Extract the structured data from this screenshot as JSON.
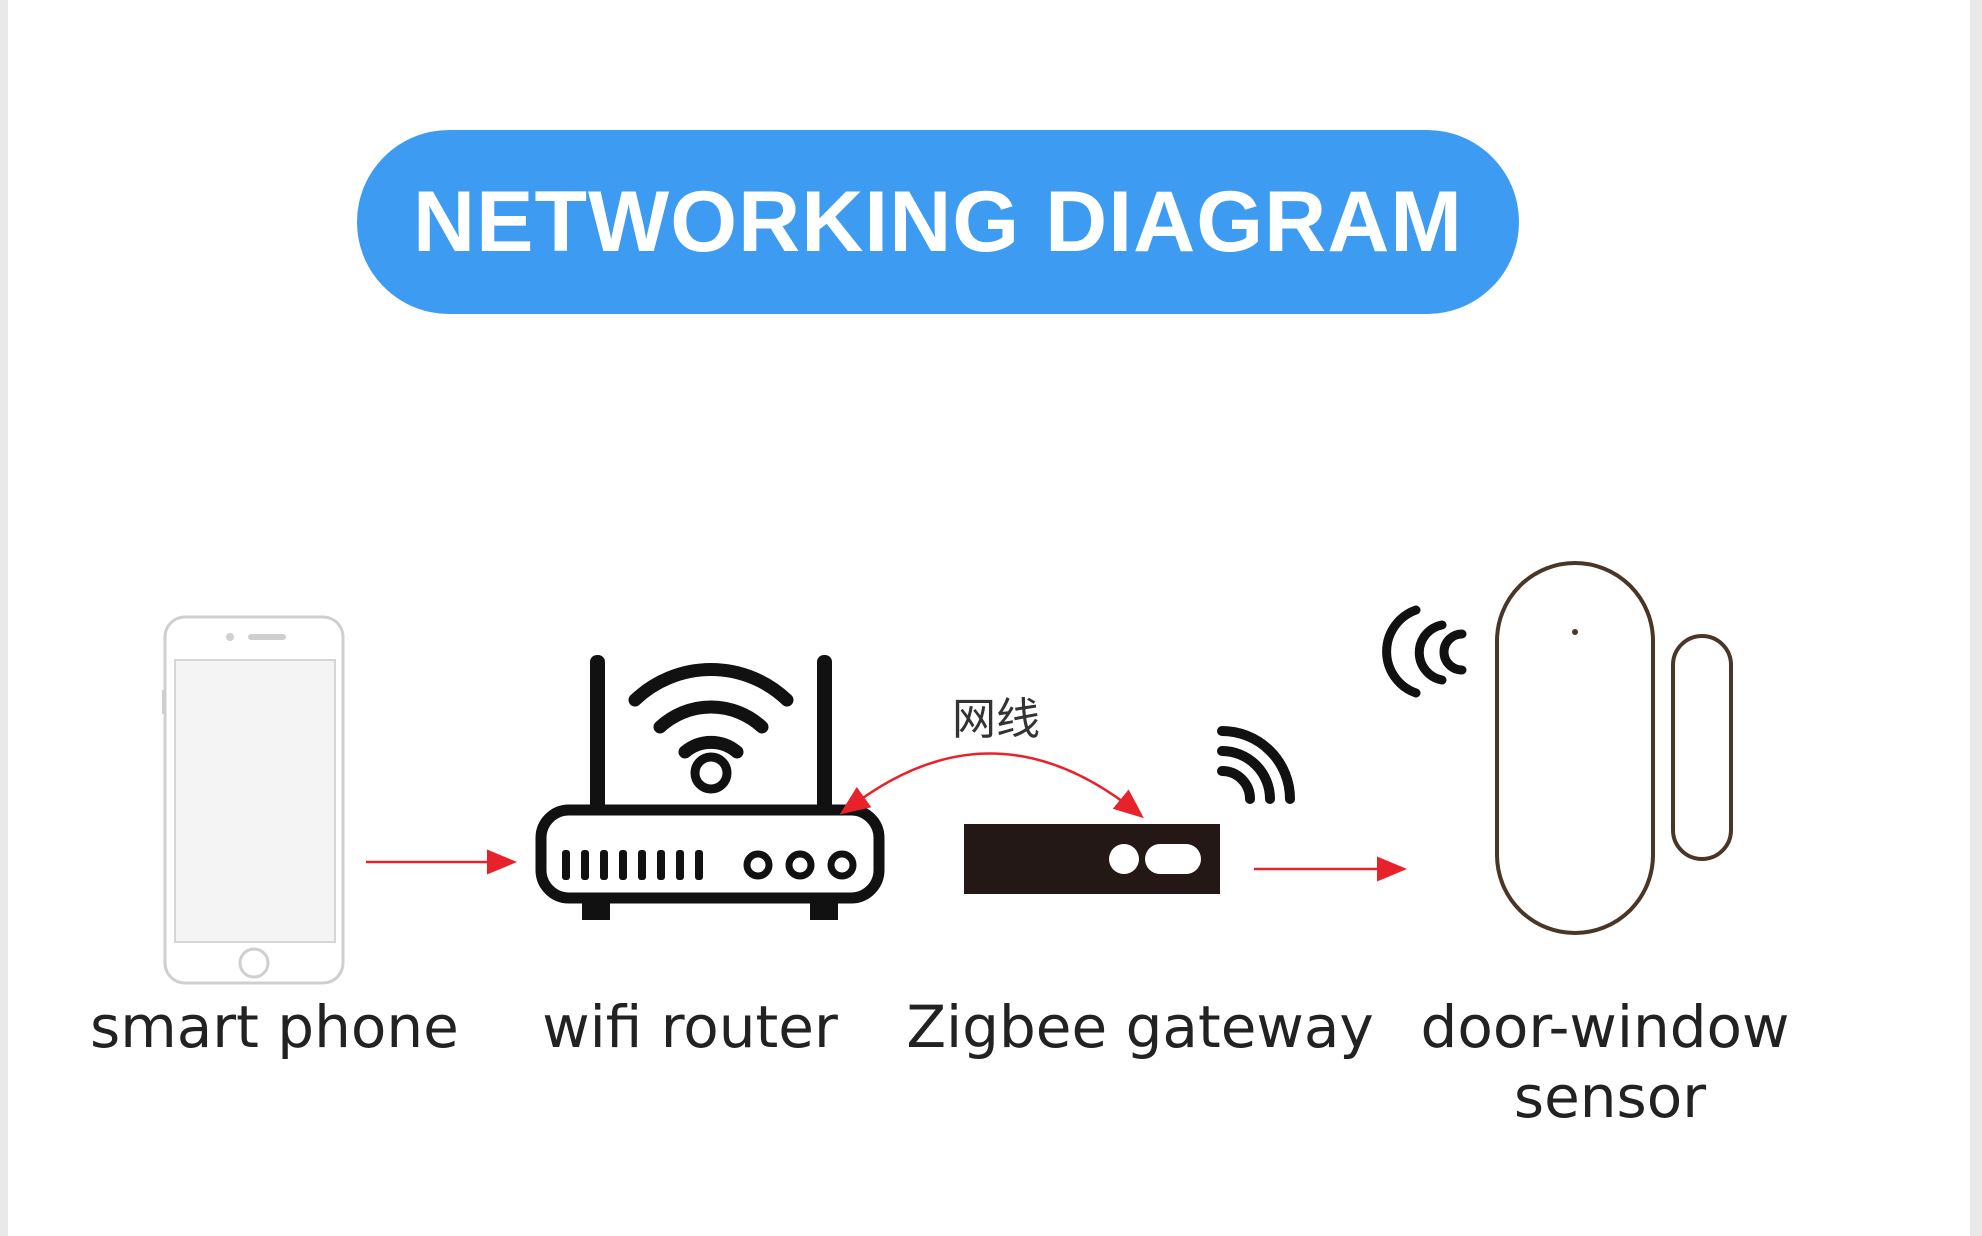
{
  "title": "NETWORKING DIAGRAM",
  "colors": {
    "accent": "#3d9bf2",
    "arrow": "#e8222a",
    "icon": "#111111",
    "sensor_outline": "#4a3626"
  },
  "nodes": [
    {
      "id": "smart-phone",
      "label": "smart phone",
      "icon": "smartphone-icon"
    },
    {
      "id": "wifi-router",
      "label": "wifi router",
      "icon": "wifi-router-icon"
    },
    {
      "id": "zigbee-gateway",
      "label": "Zigbee gateway",
      "icon": "zigbee-gateway-icon"
    },
    {
      "id": "door-window-sensor",
      "label_line1": "door-window",
      "label_line2": "sensor",
      "icon": "door-window-sensor-icon"
    }
  ],
  "links": [
    {
      "from": "smart-phone",
      "to": "wifi-router",
      "type": "arrow"
    },
    {
      "from": "wifi-router",
      "to": "zigbee-gateway",
      "type": "bidirectional-curve",
      "label": "网线"
    },
    {
      "from": "zigbee-gateway",
      "to": "door-window-sensor",
      "type": "arrow"
    }
  ]
}
